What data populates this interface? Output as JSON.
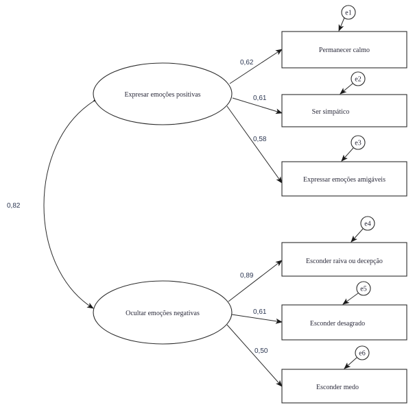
{
  "diagram": {
    "type": "structural-equation-model",
    "latent_factors": [
      {
        "id": "f1",
        "label": "Expresar emoções positivas"
      },
      {
        "id": "f2",
        "label": "Ocultar emoções negativas"
      }
    ],
    "indicators": [
      {
        "id": "i1",
        "label": "Permanecer calmo",
        "factor": "f1",
        "loading": "0,62",
        "error": "e1"
      },
      {
        "id": "i2",
        "label": "Ser simpático",
        "factor": "f1",
        "loading": "0,61",
        "error": "e2"
      },
      {
        "id": "i3",
        "label": "Expressar emoções amigáveis",
        "factor": "f1",
        "loading": "0,58",
        "error": "e3"
      },
      {
        "id": "i4",
        "label": "Esconder raiva ou decepção",
        "factor": "f2",
        "loading": "0,89",
        "error": "e4"
      },
      {
        "id": "i5",
        "label": "Esconder desagrado",
        "factor": "f2",
        "loading": "0,61",
        "error": "e5"
      },
      {
        "id": "i6",
        "label": "Esconder medo",
        "factor": "f2",
        "loading": "0,50",
        "error": "e6"
      }
    ],
    "correlation": {
      "between": [
        "f1",
        "f2"
      ],
      "value": "0,82"
    }
  }
}
